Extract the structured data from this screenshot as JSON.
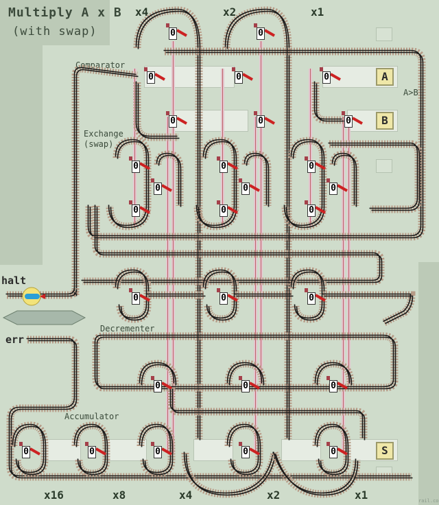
{
  "title_line1": "Multiply A x B",
  "title_line2": "(with swap)",
  "top_multipliers": [
    "x4",
    "x2",
    "x1"
  ],
  "bottom_multipliers": [
    "x16",
    "x8",
    "x4",
    "x2",
    "x1"
  ],
  "labels": {
    "comparator": "Comparator",
    "exchange": "Exchange\n(swap)",
    "a_gt_b": "A>B",
    "halt": "halt",
    "err": "err",
    "decrementer": "Decrementer",
    "accumulator": "Accumulator"
  },
  "registers": {
    "a": "A",
    "b": "B",
    "s": "S"
  },
  "counter_value": "0",
  "credit": "rail.co.uk",
  "colors": {
    "track": "#1a1a1a",
    "sleeper": "#b69a86",
    "signal": "#cc2222",
    "train": "#2a9fd6"
  }
}
